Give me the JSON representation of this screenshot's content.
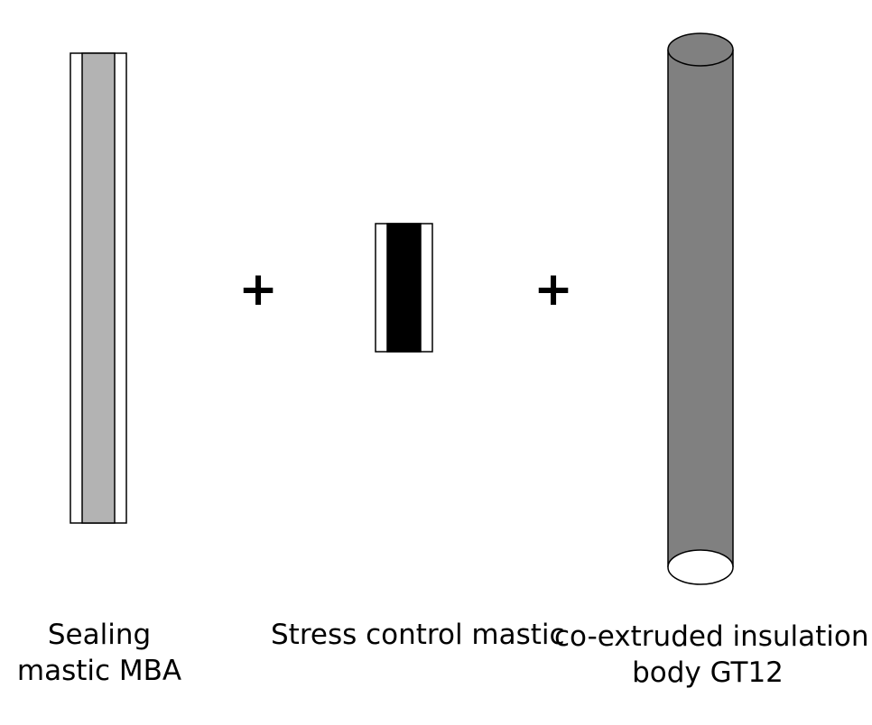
{
  "components": [
    {
      "id": "sealing-mastic",
      "label_lines": [
        "Sealing",
        "mastic MBA"
      ],
      "fill_color": "#b3b3b3"
    },
    {
      "id": "stress-control-mastic",
      "label_lines": [
        "Stress control mastic"
      ],
      "fill_color": "#000000"
    },
    {
      "id": "insulation-body",
      "label_lines": [
        "co-extruded insulation",
        "body GT12"
      ],
      "fill_color": "#808080"
    }
  ],
  "operators": [
    "+",
    "+"
  ]
}
